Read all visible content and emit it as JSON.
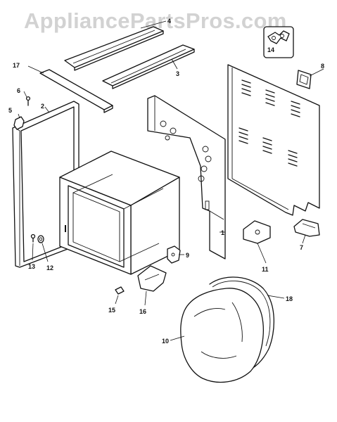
{
  "watermark": "AppliancePartsPros.com",
  "callouts": {
    "c1": "1",
    "c2": "2",
    "c3": "3",
    "c4": "4",
    "c5": "5",
    "c6": "6",
    "c7": "7",
    "c8": "8",
    "c9": "9",
    "c10": "10",
    "c11": "11",
    "c12": "12",
    "c13": "13",
    "c14": "14",
    "c15": "15",
    "c16": "16",
    "c17": "17",
    "c18": "18"
  }
}
